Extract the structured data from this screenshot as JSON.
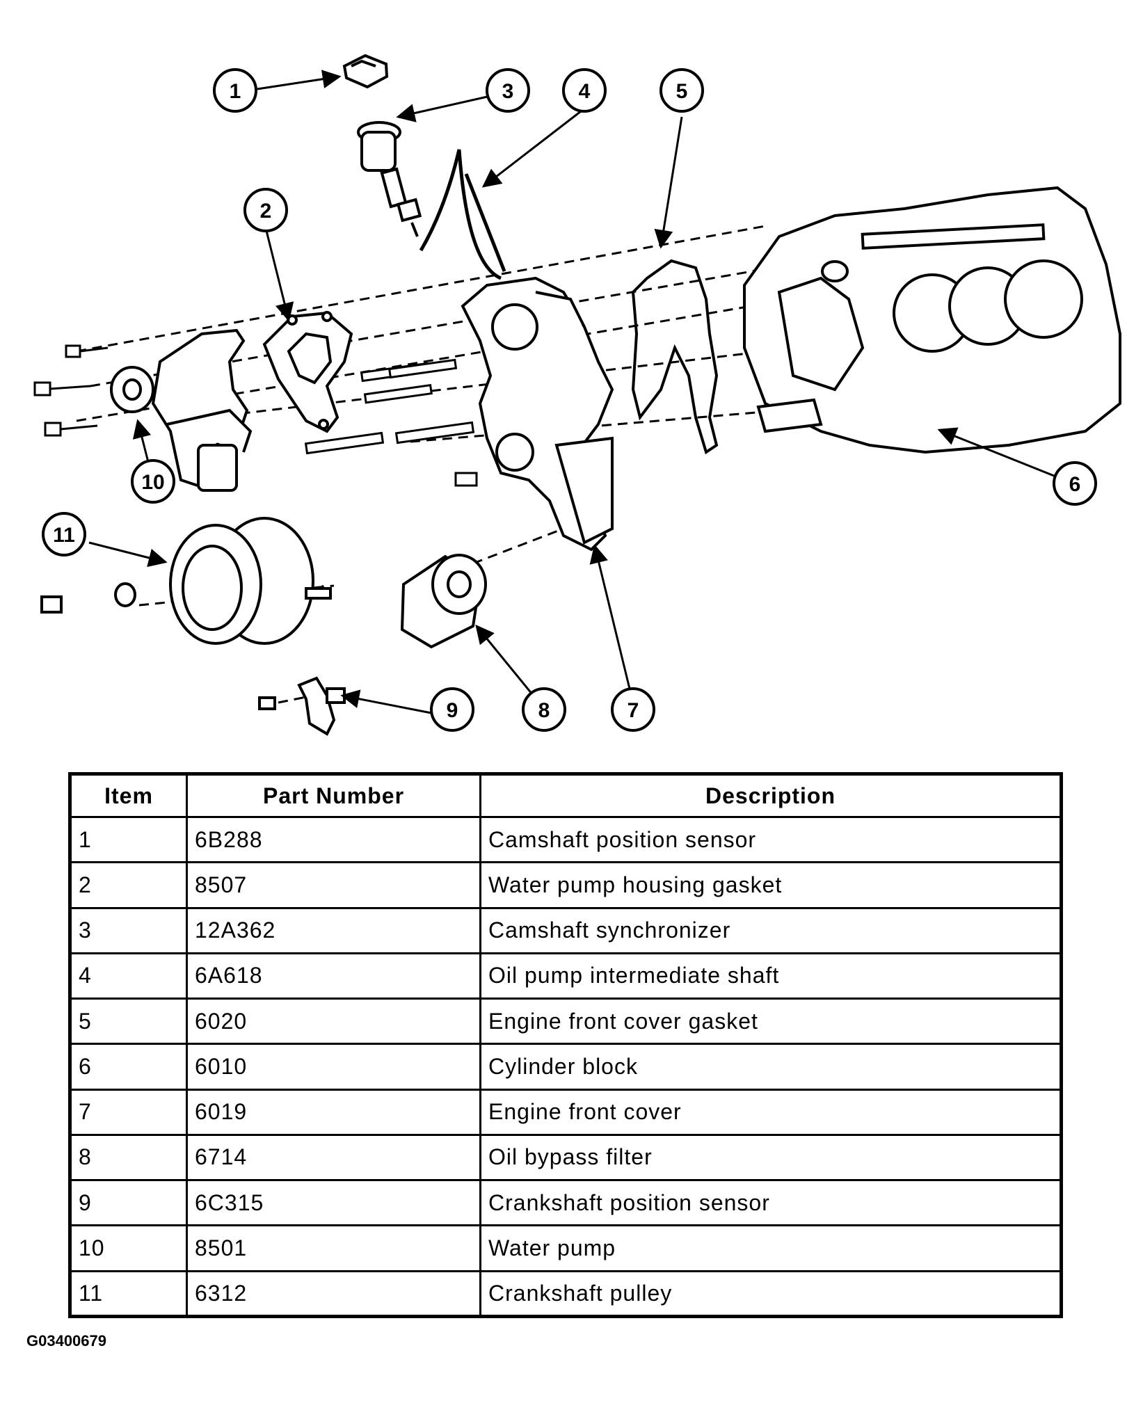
{
  "callouts": [
    "1",
    "2",
    "3",
    "4",
    "5",
    "6",
    "7",
    "8",
    "9",
    "10",
    "11"
  ],
  "table": {
    "headers": [
      "Item",
      "Part Number",
      "Description"
    ],
    "rows": [
      {
        "item": "1",
        "part": "6B288",
        "desc": "Camshaft position sensor"
      },
      {
        "item": "2",
        "part": "8507",
        "desc": "Water pump housing gasket"
      },
      {
        "item": "3",
        "part": "12A362",
        "desc": "Camshaft synchronizer"
      },
      {
        "item": "4",
        "part": "6A618",
        "desc": "Oil pump intermediate shaft"
      },
      {
        "item": "5",
        "part": "6020",
        "desc": "Engine front cover gasket"
      },
      {
        "item": "6",
        "part": "6010",
        "desc": "Cylinder block"
      },
      {
        "item": "7",
        "part": "6019",
        "desc": "Engine front cover"
      },
      {
        "item": "8",
        "part": "6714",
        "desc": "Oil bypass filter"
      },
      {
        "item": "9",
        "part": "6C315",
        "desc": "Crankshaft position sensor"
      },
      {
        "item": "10",
        "part": "8501",
        "desc": "Water pump"
      },
      {
        "item": "11",
        "part": "6312",
        "desc": "Crankshaft pulley"
      }
    ]
  },
  "figure_id": "G03400679",
  "colors": {
    "line": "#000000",
    "background": "#ffffff"
  }
}
